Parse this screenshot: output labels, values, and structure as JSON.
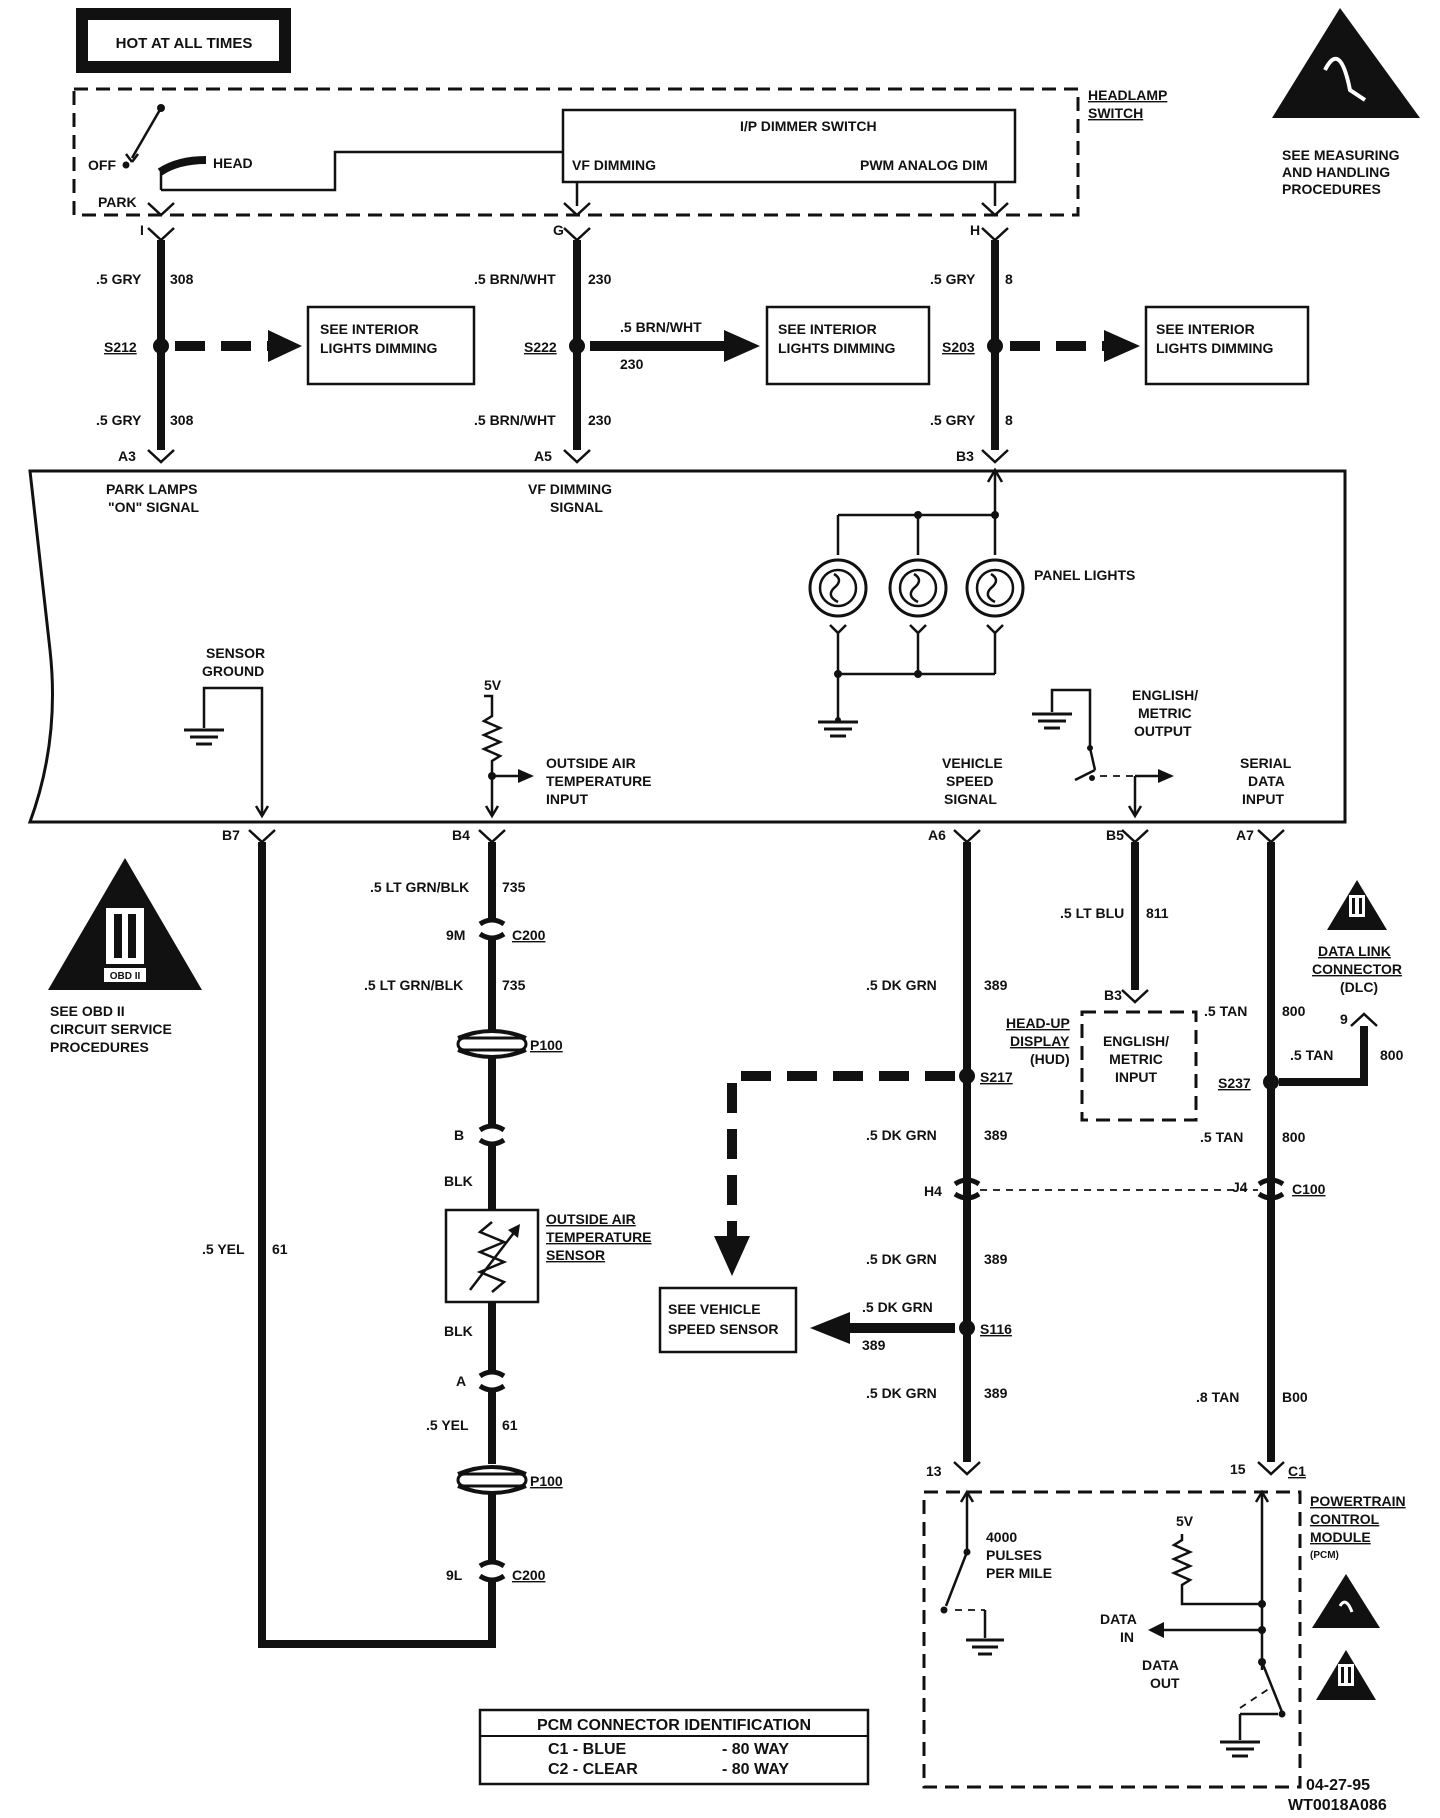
{
  "hot_at_all_times": "HOT AT ALL TIMES",
  "headlamp_switch": {
    "title_line1": "HEADLAMP",
    "title_line2": "SWITCH",
    "off": "OFF",
    "head": "HEAD",
    "park": "PARK"
  },
  "dimmer": {
    "title": "I/P DIMMER SWITCH",
    "vf": "VF DIMMING",
    "pwm": "PWM ANALOG DIM"
  },
  "esd_note": {
    "line1": "SEE MEASURING",
    "line2": "AND HANDLING",
    "line3": "PROCEDURES"
  },
  "pins": {
    "i": "I",
    "g": "G",
    "h": "H",
    "a3": "A3",
    "a5": "A5",
    "b3": "B3",
    "b7": "B7",
    "b4": "B4",
    "a6": "A6",
    "b5": "B5",
    "a7": "A7",
    "b3_hud": "B3",
    "j4": "J4",
    "h4": "H4",
    "nine_dlc": "9",
    "pcm13": "13",
    "pcm15": "15",
    "c1": "C1",
    "b": "B",
    "a": "A",
    "nine_m": "9M",
    "nine_l": "9L"
  },
  "wires": {
    "gry308": ".5 GRY",
    "n308": "308",
    "brnwht230": ".5 BRN/WHT",
    "n230": "230",
    "gry8": ".5 GRY",
    "n8": "8",
    "ltgrnblk735": ".5 LT GRN/BLK",
    "n735": "735",
    "ltgrnblk735b": ".5  LT GRN/BLK",
    "dkgrn389": ".5  DK  GRN",
    "n389": "389",
    "ltblu811": ".5 LT BLU",
    "n811": "811",
    "tan800": ".5 TAN",
    "n800": "800",
    "tan800b": ".5  TAN",
    "tan800c": ".8  TAN",
    "n800c": "B00",
    "yel61": ".5 YEL",
    "n61": "61",
    "yel61b": ".5  YEL",
    "blk": "BLK"
  },
  "splices": {
    "s212": "S212",
    "s222": "S222",
    "s203": "S203",
    "s217": "S217",
    "s237": "S237",
    "s116": "S116"
  },
  "see_interior": {
    "line1": "SEE INTERIOR",
    "line2": "LIGHTS DIMMING"
  },
  "cluster": {
    "park_lamps_1": "PARK  LAMPS",
    "park_lamps_2": "\"ON\" SIGNAL",
    "vf_signal_1": "VF DIMMING",
    "vf_signal_2": "SIGNAL",
    "panel_lights": "PANEL LIGHTS",
    "sensor_ground_1": "SENSOR",
    "sensor_ground_2": "GROUND",
    "fivev": "5V",
    "oat_input_1": "OUTSIDE AIR",
    "oat_input_2": "TEMPERATURE",
    "oat_input_3": "INPUT",
    "vss_1": "VEHICLE",
    "vss_2": "SPEED",
    "vss_3": "SIGNAL",
    "eng_1": "ENGLISH/",
    "eng_2": "METRIC",
    "eng_3": "OUTPUT",
    "serial_1": "SERIAL",
    "serial_2": "DATA",
    "serial_3": "INPUT"
  },
  "obd_note": {
    "line1": "SEE OBD II",
    "line2": "CIRCUIT SERVICE",
    "line3": "PROCEDURES",
    "badge": "OBD II"
  },
  "connectors": {
    "c200": "C200",
    "p100": "P100",
    "c100": "C100"
  },
  "oat_sensor": {
    "line1": "OUTSIDE AIR",
    "line2": "TEMPERATURE",
    "line3": "SENSOR"
  },
  "hud": {
    "line1": "HEAD-UP",
    "line2": "DISPLAY",
    "line3": "(HUD)",
    "in1": "ENGLISH/",
    "in2": "METRIC",
    "in3": "INPUT"
  },
  "dlc": {
    "line1": "DATA LINK",
    "line2": "CONNECTOR",
    "line3": "(DLC)"
  },
  "vss_box": {
    "line1": "SEE  VEHICLE",
    "line2": "SPEED  SENSOR"
  },
  "pcm": {
    "line1": "POWERTRAIN",
    "line2": "CONTROL",
    "line3": "MODULE",
    "line4": "(PCM)",
    "pulses1": "4000",
    "pulses2": "PULSES",
    "pulses3": "PER MILE",
    "fivev": "5V",
    "data_in1": "DATA",
    "data_in2": "IN",
    "data_out1": "DATA",
    "data_out2": "OUT"
  },
  "pcm_id": {
    "title": "PCM CONNECTOR IDENTIFICATION",
    "r1a": "C1  -  BLUE",
    "r1b": "-  80  WAY",
    "r2a": "C2  -  CLEAR",
    "r2b": "-  80  WAY"
  },
  "footer": {
    "date": "04-27-95",
    "code": "WT0018A086"
  }
}
